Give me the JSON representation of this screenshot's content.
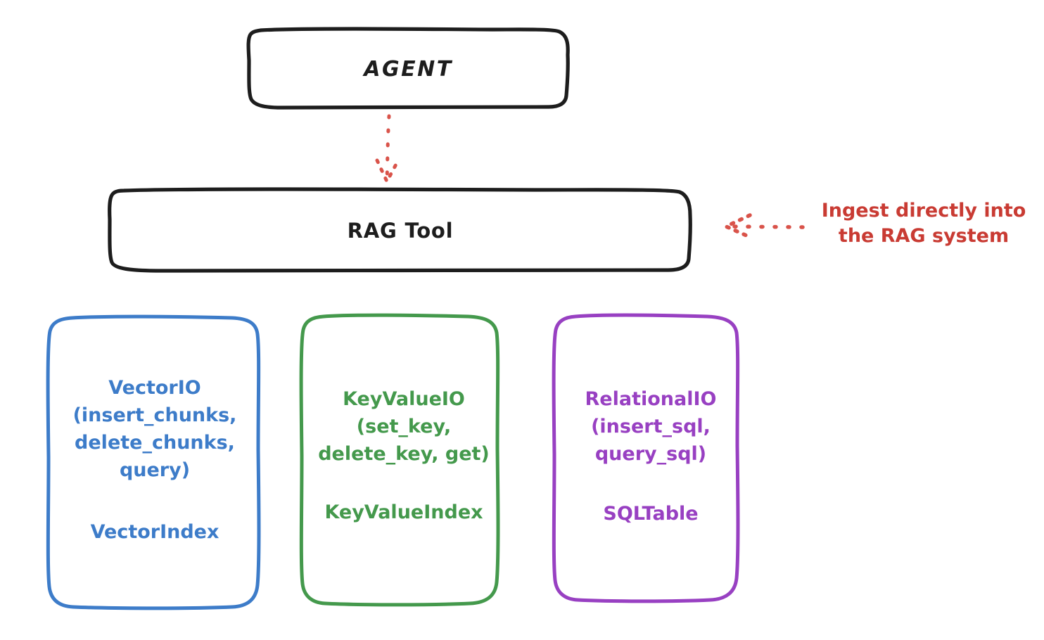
{
  "diagram": {
    "title_node": "AGENT",
    "tool_node": "RAG Tool",
    "annotation": "Ingest directly into\nthe RAG system",
    "colors": {
      "stroke_black": "#1d1d1d",
      "accent_red": "#c93b33",
      "vector_blue": "#3d7cc9",
      "keyvalue_green": "#44994c",
      "relational_purple": "#9840c2",
      "background": "#ffffff"
    },
    "columns": [
      {
        "key": "vector",
        "api": "VectorIO\n(insert_chunks,\ndelete_chunks,\nquery)",
        "index": "VectorIndex",
        "color": "#3d7cc9"
      },
      {
        "key": "keyvalue",
        "api": "KeyValueIO\n(set_key,\ndelete_key, get)",
        "index": "KeyValueIndex",
        "color": "#44994c"
      },
      {
        "key": "relational",
        "api": "RelationalIO\n(insert_sql,\nquery_sql)",
        "index": "SQLTable",
        "color": "#9840c2"
      }
    ],
    "connectors": [
      {
        "name": "agent-to-ragtool",
        "style": "dotted",
        "color": "#c93b33",
        "direction": "down"
      },
      {
        "name": "ingest-into-ragtool",
        "style": "dotted",
        "color": "#c93b33",
        "direction": "left"
      }
    ]
  }
}
